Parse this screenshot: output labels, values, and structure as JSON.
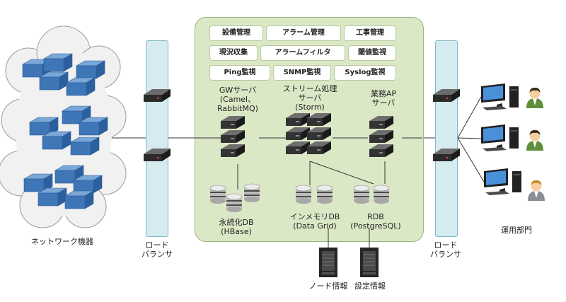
{
  "network": {
    "label": "ネットワーク機器"
  },
  "load_balancer_left": {
    "label_line1": "ロード",
    "label_line2": "バランサ"
  },
  "load_balancer_right": {
    "label_line1": "ロード",
    "label_line2": "バランサ"
  },
  "functions": [
    {
      "label": "設備管理"
    },
    {
      "label": "アラーム管理"
    },
    {
      "label": "工事管理"
    },
    {
      "label": "現況収集"
    },
    {
      "label": "アラームフィルタ"
    },
    {
      "label": "閾値監視"
    },
    {
      "label": "Ping監視"
    },
    {
      "label": "SNMP監視"
    },
    {
      "label": "Syslog監視"
    }
  ],
  "servers": {
    "gw": {
      "line1": "GWサーバ",
      "line2": "(Camel、",
      "line3": "RabbitMQ)"
    },
    "stream": {
      "line1": "ストリーム処理",
      "line2": "サーバ",
      "line3": "(Storm)"
    },
    "business": {
      "line1": "業務AP",
      "line2": "サーバ"
    }
  },
  "databases": {
    "persistent": {
      "line1": "永続化DB",
      "line2": "(HBase)"
    },
    "inmemory": {
      "line1": "インメモリDB",
      "line2": "(Data Grid)"
    },
    "rdb": {
      "line1": "RDB",
      "line2": "(PostgreSQL)"
    }
  },
  "storage": {
    "node_info": {
      "label": "ノード情報"
    },
    "config_info": {
      "label": "設定情報"
    }
  },
  "operations": {
    "label": "運用部門"
  },
  "colors": {
    "lb": "#d5ebf0",
    "panel": "#dbe8c6",
    "switch": "#3f76b8",
    "server": "#2e2e2e"
  }
}
